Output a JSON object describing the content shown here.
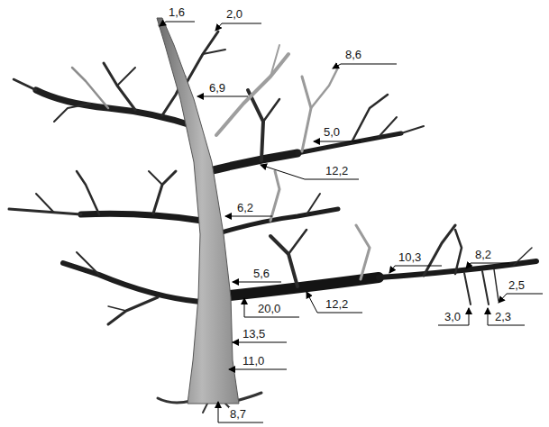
{
  "diagram": {
    "labels": [
      "1,6",
      "2,0",
      "8,6",
      "6,9",
      "5,0",
      "12,2",
      "6,2",
      "5,6",
      "10,3",
      "8,2",
      "2,5",
      "20,0",
      "12,2",
      "3,0",
      "2,3",
      "13,5",
      "11,0",
      "8,7"
    ]
  }
}
